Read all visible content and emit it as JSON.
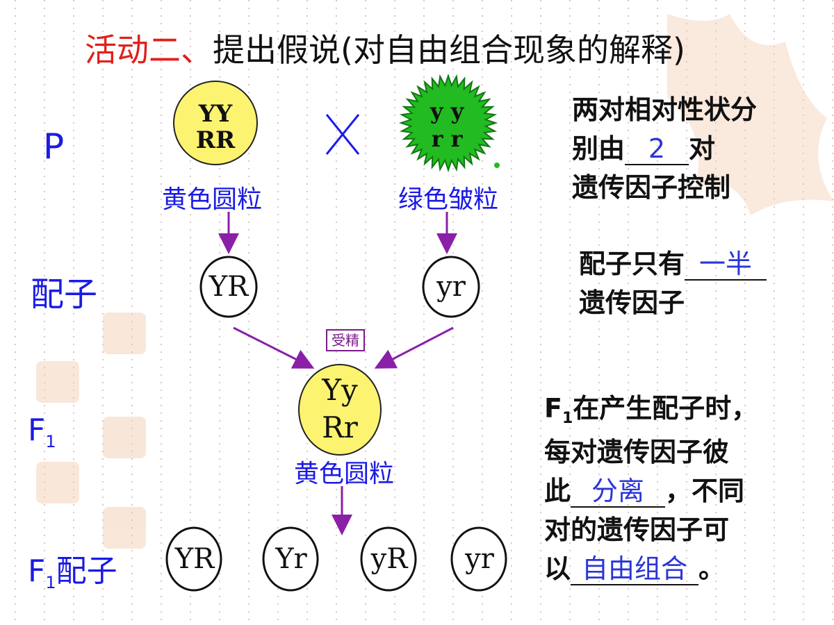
{
  "title": {
    "prefix": "活动二、",
    "main": "提出假说(对自由组合现象的解释)"
  },
  "rows": {
    "p": "P",
    "gamete": "配子",
    "f1": "F",
    "f1_sub": "1",
    "f1_gamete": "配子"
  },
  "parents": {
    "yellow": {
      "line1": "YY",
      "line2": "RR",
      "label": "黄色圆粒"
    },
    "green": {
      "line1": "y y",
      "line2": "r r",
      "label": "绿色皱粒"
    },
    "cross_symbol": "×"
  },
  "gametes_p": [
    "YR",
    "yr"
  ],
  "fertilization": "受精",
  "f1": {
    "line1": "Yy",
    "line2": "Rr",
    "label": "黄色圆粒"
  },
  "f1_gametes": [
    "YR",
    "Yr",
    "yR",
    "yr"
  ],
  "notes": {
    "note1": {
      "l1": "两对相对性状分",
      "l2a": "别由",
      "blank": "2",
      "l2b": "对",
      "l3": "遗传因子控制"
    },
    "note2": {
      "l1a": "配子只有",
      "blank": "一半",
      "l2": "遗传因子"
    },
    "note3": {
      "l1a": "F",
      "l1sub": "1",
      "l1b": "在产生配子时，",
      "l2": "每对遗传因子彼",
      "l3a": "此",
      "blank1": "分离",
      "l3b": "，不同",
      "l4": "对的遗传因子可",
      "l5a": "以",
      "blank2": "自由组合",
      "l5b": "。"
    }
  },
  "colors": {
    "title_red": "#e0201c",
    "blue": "#1a1ae6",
    "yellow": "#fcf371",
    "green": "#22bb22",
    "arrow": "#8a1fa8",
    "grid": "#d8c8c8"
  }
}
